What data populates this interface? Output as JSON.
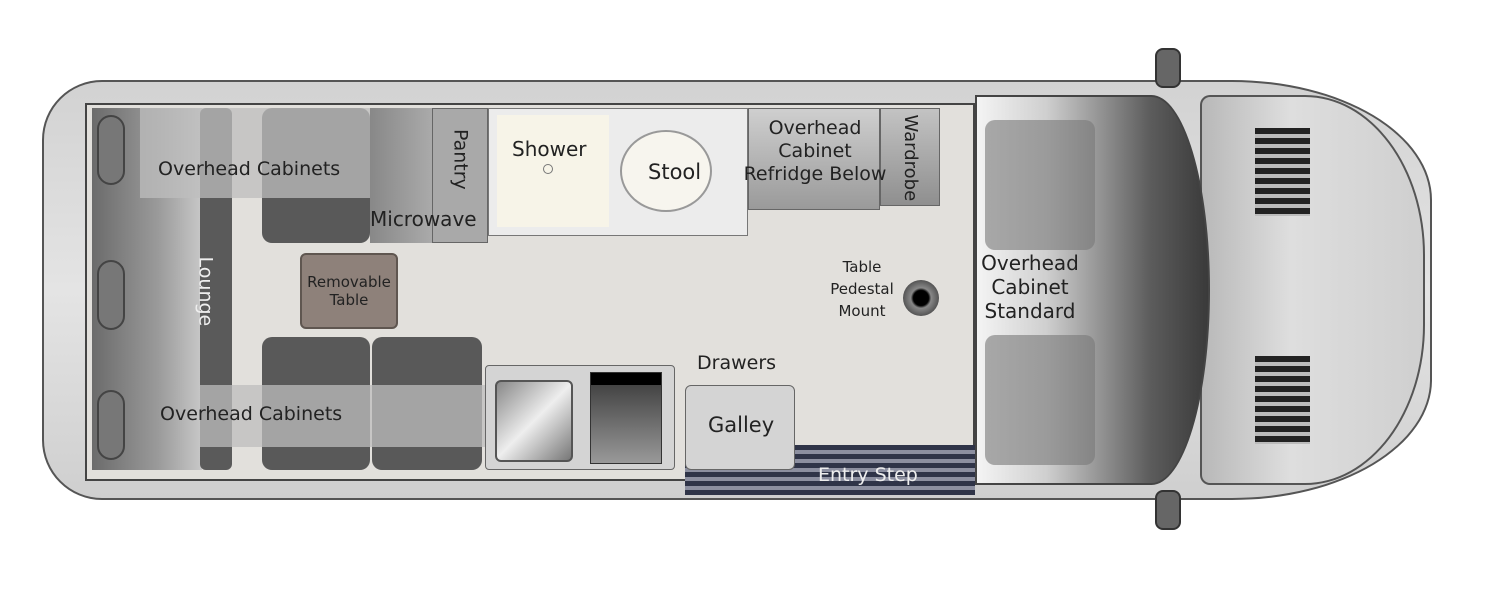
{
  "labels": {
    "overhead_cabinets_top": "Overhead Cabinets",
    "overhead_cabinets_bottom": "Overhead Cabinets",
    "lounge": "Lounge",
    "microwave": "Microwave",
    "pantry": "Pantry",
    "shower": "Shower",
    "stool": "Stool",
    "overhead_cabinet_refridge": [
      "Overhead",
      "Cabinet",
      "Refridge Below"
    ],
    "wardrobe": "Wardrobe",
    "removable_table": [
      "Removable",
      "Table"
    ],
    "table_pedestal_mount": [
      "Table",
      "Pedestal",
      "Mount"
    ],
    "drawers": "Drawers",
    "galley": "Galley",
    "entry_step": "Entry Step",
    "overhead_cabinet_standard": [
      "Overhead",
      "Cabinet",
      "Standard"
    ]
  }
}
